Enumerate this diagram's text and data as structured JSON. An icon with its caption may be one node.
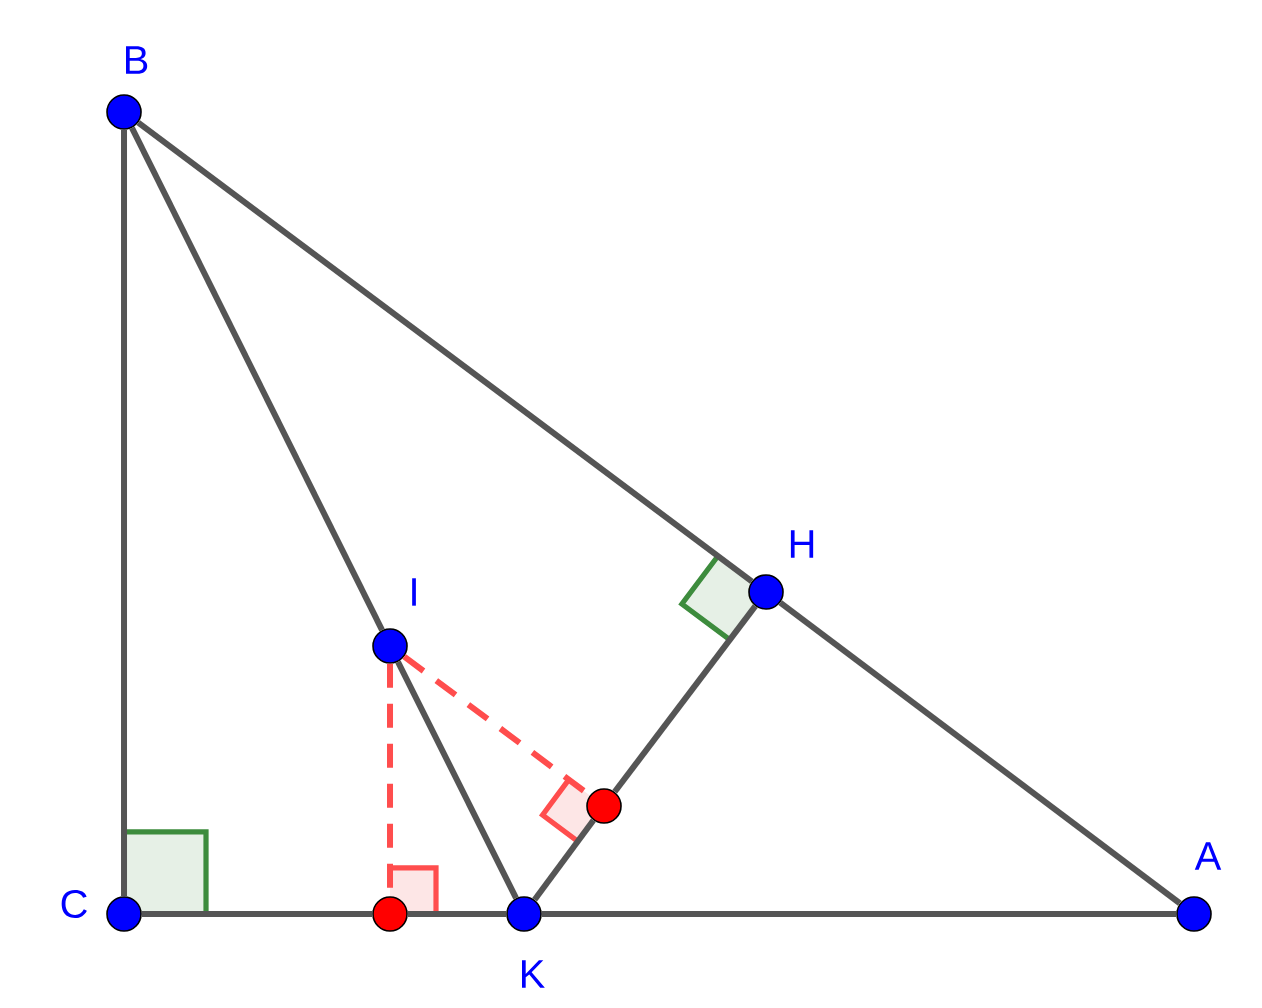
{
  "diagram": {
    "nodes": [
      {
        "text": [],
        "shape": "circle",
        "beside": [
          "B"
        ]
      },
      {
        "text": [],
        "shape": "circle",
        "beside": [
          "H"
        ]
      },
      {
        "text": [],
        "shape": "circle",
        "beside": [
          "I"
        ]
      },
      {
        "text": [],
        "shape": "circle"
      },
      {
        "text": [],
        "shape": "circle",
        "beside": [
          "C"
        ]
      },
      {
        "text": [],
        "shape": "circle"
      },
      {
        "text": [],
        "shape": "circle",
        "beside": [
          "K"
        ]
      },
      {
        "text": [],
        "shape": "circle",
        "beside": [
          "A"
        ]
      }
    ],
    "edges": [
      {
        "from": 0,
        "to": 4,
        "arrow": "none"
      },
      {
        "from": 4,
        "to": 5,
        "arrow": "none"
      },
      {
        "from": 5,
        "to": 6,
        "arrow": "none"
      },
      {
        "from": 6,
        "to": 7,
        "arrow": "none"
      },
      {
        "from": 0,
        "to": 1,
        "arrow": "none"
      },
      {
        "from": 1,
        "to": 7,
        "arrow": "none"
      },
      {
        "from": 0,
        "to": 2,
        "arrow": "none"
      },
      {
        "from": 2,
        "to": 6,
        "arrow": "none"
      },
      {
        "from": 6,
        "to": 3,
        "arrow": "none"
      },
      {
        "from": 3,
        "to": 1,
        "arrow": "none"
      },
      {
        "from": 2,
        "to": 5,
        "arrow": "none",
        "style": "dashed",
        "color": "#ff4d4d"
      },
      {
        "from": 2,
        "to": 3,
        "arrow": "none",
        "style": "dashed",
        "color": "#ff4d4d"
      }
    ]
  }
}
